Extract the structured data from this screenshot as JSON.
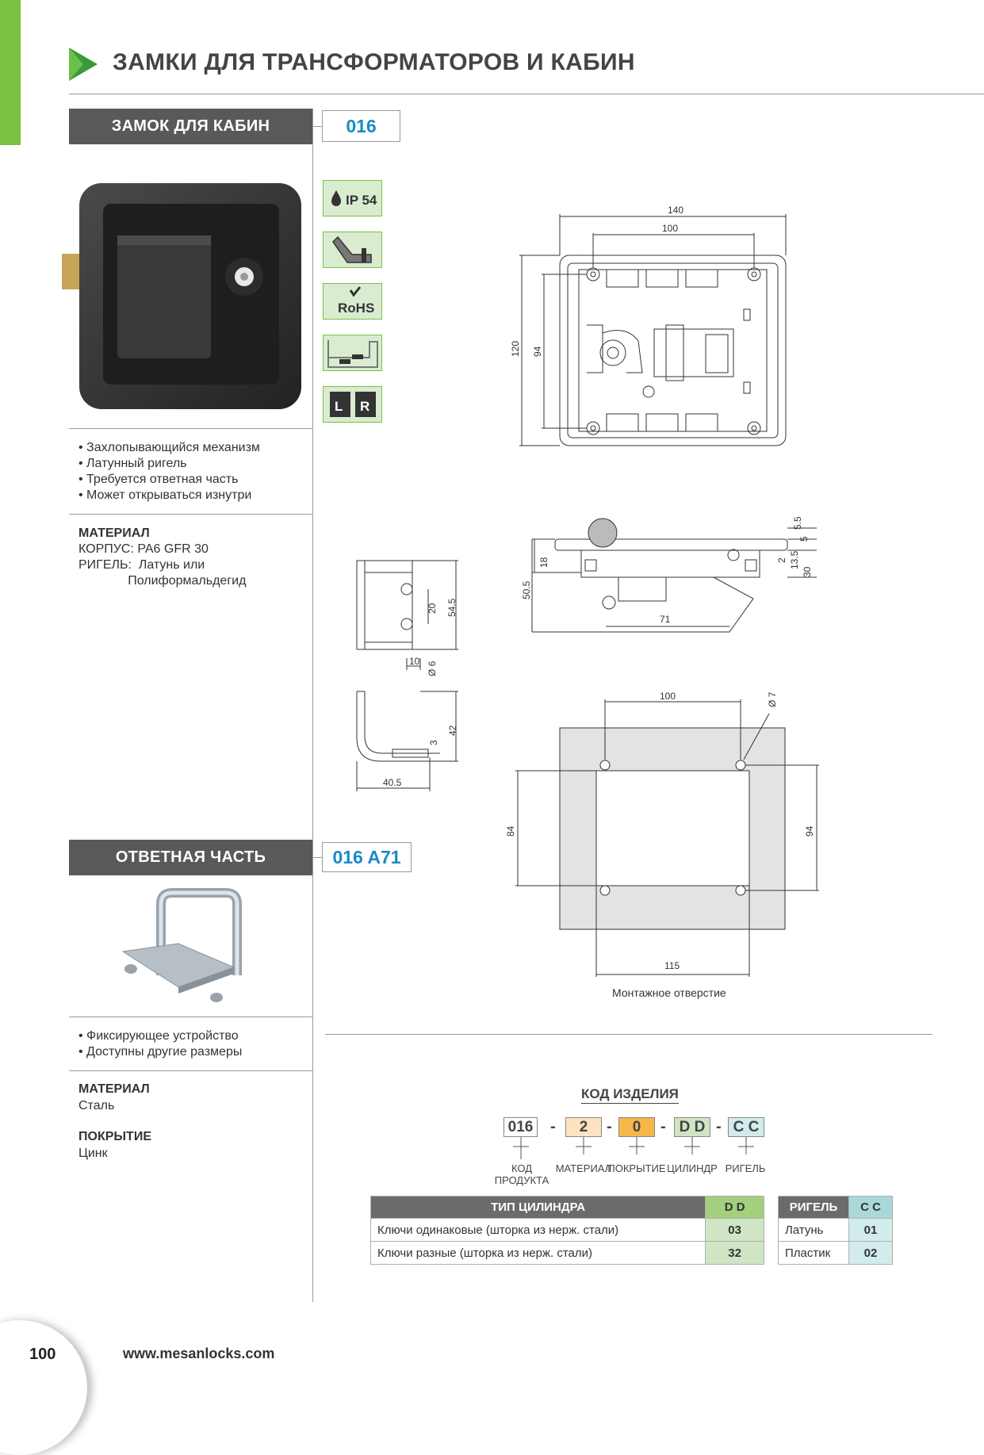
{
  "header": {
    "title": "ЗАМКИ ДЛЯ ТРАНСФОРМАТОРОВ И КАБИН"
  },
  "product": {
    "section_title": "ЗАМОК ДЛЯ КАБИН",
    "code": "016",
    "features": [
      "• Захлопывающийся механизм",
      "• Латунный ригель",
      "• Требуется ответная часть",
      "• Может открываться изнутри"
    ],
    "material_title": "МАТЕРИАЛ",
    "material_lines": [
      "КОРПУС: PA6 GFR 30",
      "РИГЕЛЬ:  Латунь или",
      "              Полиформальдегид"
    ],
    "icons": [
      {
        "name": "ip54-icon",
        "label": "IP 54"
      },
      {
        "name": "panel-mount-icon",
        "label": ""
      },
      {
        "name": "rohs-icon",
        "label": "RoHS"
      },
      {
        "name": "step-profile-icon",
        "label": ""
      },
      {
        "name": "left-right-icon",
        "label_left": "L",
        "label_right": "R"
      }
    ]
  },
  "counterpart": {
    "section_title": "ОТВЕТНАЯ ЧАСТЬ",
    "code": "016 A71",
    "features": [
      "• Фиксирующее устройство",
      "• Доступны другие размеры"
    ],
    "material_title": "МАТЕРИАЛ",
    "material_value": "Сталь",
    "coating_title": "ПОКРЫТИЕ",
    "coating_value": "Цинк"
  },
  "drawings": {
    "front_view": {
      "width_outer": "140",
      "width_inner": "100",
      "height_outer": "120",
      "height_inner": "94"
    },
    "side_view": {
      "d1": "5.5",
      "d2": "5",
      "d3": "2",
      "d4": "13.5",
      "d5": "30",
      "d6": "18",
      "d7": "50.5",
      "d8": "71"
    },
    "strike_side": {
      "d1": "20",
      "d2": "54.5",
      "d3": "10",
      "d4": "Ø 6"
    },
    "strike_top": {
      "d1": "3",
      "d2": "42",
      "d3": "40.5"
    },
    "cutout": {
      "top": "100",
      "hole": "Ø 7",
      "left": "84",
      "right": "94",
      "bottom": "115",
      "caption": "Монтажное отверстие"
    }
  },
  "product_code": {
    "title": "КОД ИЗДЕЛИЯ",
    "segments": [
      {
        "value": "016",
        "label": "КОД\nПРОДУКТА",
        "color": "#ffffff"
      },
      {
        "value": "2",
        "label": "МАТЕРИАЛ",
        "color": "#fce3c2"
      },
      {
        "value": "0",
        "label": "ПОКРЫТИЕ",
        "color": "#f6b74a"
      },
      {
        "value": "D D",
        "label": "ЦИЛИНДР",
        "color": "#cfe5c4"
      },
      {
        "value": "C C",
        "label": "РИГЕЛЬ",
        "color": "#d2ecec"
      }
    ],
    "separator": "-"
  },
  "cylinder_table": {
    "header": "ТИП ЦИЛИНДРА",
    "header_code": "D D",
    "rows": [
      {
        "label": "Ключи одинаковые (шторка из нерж. стали)",
        "value": "03"
      },
      {
        "label": "Ключи разные (шторка из нерж. стали)",
        "value": "32"
      }
    ]
  },
  "bolt_table": {
    "header": "РИГЕЛЬ",
    "header_code": "C C",
    "rows": [
      {
        "label": "Латунь",
        "value": "01"
      },
      {
        "label": "Пластик",
        "value": "02"
      }
    ]
  },
  "footer": {
    "page_number": "100",
    "url": "www.mesanlocks.com"
  },
  "colors": {
    "accent_green": "#7ac143",
    "code_blue": "#1a8ac7",
    "header_gray": "#595959"
  }
}
